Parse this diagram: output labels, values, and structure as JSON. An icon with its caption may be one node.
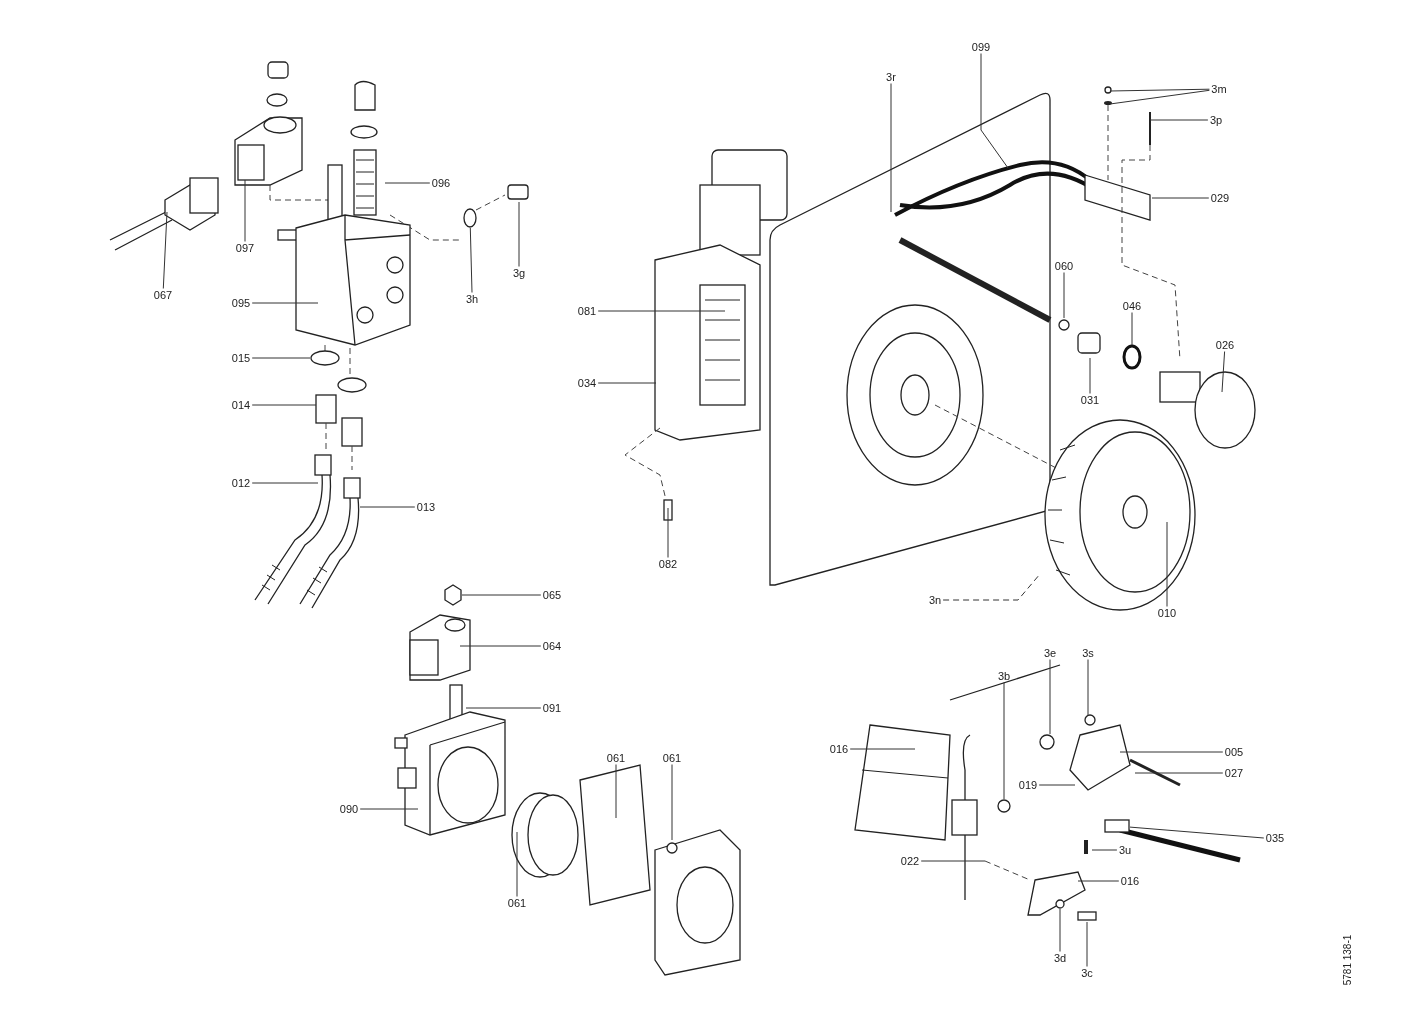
{
  "diagram": {
    "nodes": [
      {
        "text": [
          "067"
        ]
      },
      {
        "text": [
          "097"
        ]
      },
      {
        "text": [
          "096"
        ]
      },
      {
        "text": [
          "095"
        ]
      },
      {
        "text": [
          "3h"
        ]
      },
      {
        "text": [
          "3g"
        ]
      },
      {
        "text": [
          "015"
        ]
      },
      {
        "text": [
          "014"
        ]
      },
      {
        "text": [
          "012"
        ]
      },
      {
        "text": [
          "013"
        ]
      },
      {
        "text": [
          "065"
        ]
      },
      {
        "text": [
          "064"
        ]
      },
      {
        "text": [
          "091"
        ]
      },
      {
        "text": [
          "090"
        ]
      },
      {
        "text": [
          "061"
        ]
      },
      {
        "text": [
          "061"
        ]
      },
      {
        "text": [
          "061"
        ]
      },
      {
        "text": [
          "3r"
        ]
      },
      {
        "text": [
          "099"
        ]
      },
      {
        "text": [
          "3m"
        ]
      },
      {
        "text": [
          "3p"
        ]
      },
      {
        "text": [
          "029"
        ]
      },
      {
        "text": [
          "081"
        ]
      },
      {
        "text": [
          "060"
        ]
      },
      {
        "text": [
          "046"
        ]
      },
      {
        "text": [
          "026"
        ]
      },
      {
        "text": [
          "034"
        ]
      },
      {
        "text": [
          "031"
        ]
      },
      {
        "text": [
          "082"
        ]
      },
      {
        "text": [
          "3n"
        ]
      },
      {
        "text": [
          "010"
        ]
      },
      {
        "text": [
          "3e"
        ]
      },
      {
        "text": [
          "3s"
        ]
      },
      {
        "text": [
          "3b"
        ]
      },
      {
        "text": [
          "016"
        ]
      },
      {
        "text": [
          "005"
        ]
      },
      {
        "text": [
          "027"
        ]
      },
      {
        "text": [
          "019"
        ]
      },
      {
        "text": [
          "035"
        ]
      },
      {
        "text": [
          "3u"
        ]
      },
      {
        "text": [
          "016"
        ]
      },
      {
        "text": [
          "022"
        ]
      },
      {
        "text": [
          "3d"
        ]
      },
      {
        "text": [
          "3c"
        ]
      },
      {
        "text": [],
        "shape": "circle"
      },
      {
        "text": [],
        "shape": "circle"
      },
      {
        "text": [],
        "shape": "box"
      },
      {
        "text": [],
        "shape": "box"
      },
      {
        "text": [],
        "shape": "circle"
      }
    ],
    "edges": [
      {
        "from": 0,
        "to": null,
        "arrow": "none"
      },
      {
        "from": 1,
        "to": null,
        "arrow": "none"
      },
      {
        "from": 2,
        "to": null,
        "arrow": "none"
      },
      {
        "from": 3,
        "to": null,
        "arrow": "none"
      },
      {
        "from": 4,
        "to": 44,
        "arrow": "none"
      },
      {
        "from": 5,
        "to": null,
        "arrow": "none"
      },
      {
        "from": 6,
        "to": null,
        "arrow": "none"
      },
      {
        "from": 7,
        "to": null,
        "arrow": "none"
      },
      {
        "from": 8,
        "to": null,
        "arrow": "none"
      },
      {
        "from": 9,
        "to": null,
        "arrow": "none"
      },
      {
        "from": 10,
        "to": null,
        "arrow": "none"
      },
      {
        "from": 11,
        "to": null,
        "arrow": "none"
      },
      {
        "from": 12,
        "to": null,
        "arrow": "none"
      },
      {
        "from": 13,
        "to": null,
        "arrow": "none"
      },
      {
        "from": 14,
        "to": null,
        "arrow": "none"
      },
      {
        "from": 15,
        "to": null,
        "arrow": "none"
      },
      {
        "from": 16,
        "to": null,
        "arrow": "none"
      },
      {
        "from": 17,
        "to": null,
        "arrow": "none"
      },
      {
        "from": 18,
        "to": null,
        "arrow": "none"
      },
      {
        "from": 19,
        "to": null,
        "arrow": "none"
      },
      {
        "from": 20,
        "to": null,
        "arrow": "none"
      },
      {
        "from": 21,
        "to": null,
        "arrow": "none"
      },
      {
        "from": 22,
        "to": null,
        "arrow": "none"
      },
      {
        "from": 23,
        "to": null,
        "arrow": "none"
      },
      {
        "from": 24,
        "to": null,
        "arrow": "none"
      },
      {
        "from": 25,
        "to": null,
        "arrow": "none"
      },
      {
        "from": 26,
        "to": null,
        "arrow": "none"
      },
      {
        "from": 27,
        "to": null,
        "arrow": "none"
      },
      {
        "from": 28,
        "to": null,
        "arrow": "none"
      },
      {
        "from": 29,
        "to": null,
        "arrow": "none",
        "style": "dashed"
      },
      {
        "from": 30,
        "to": null,
        "arrow": "none"
      },
      {
        "from": 31,
        "to": null,
        "arrow": "none"
      },
      {
        "from": 32,
        "to": null,
        "arrow": "none"
      },
      {
        "from": 33,
        "to": 45,
        "arrow": "none"
      },
      {
        "from": 34,
        "to": null,
        "arrow": "none"
      },
      {
        "from": 35,
        "to": null,
        "arrow": "none"
      },
      {
        "from": 36,
        "to": null,
        "arrow": "none"
      },
      {
        "from": 37,
        "to": null,
        "arrow": "none"
      },
      {
        "from": 38,
        "to": 46,
        "arrow": "none"
      },
      {
        "from": 39,
        "to": null,
        "arrow": "none"
      },
      {
        "from": 40,
        "to": null,
        "arrow": "none"
      },
      {
        "from": 41,
        "to": null,
        "arrow": "none"
      },
      {
        "from": 42,
        "to": 48,
        "arrow": "none"
      },
      {
        "from": 43,
        "to": 47,
        "arrow": "none"
      },
      {
        "from": 19,
        "to": null,
        "arrow": "none"
      }
    ],
    "labels": [
      "5781 138-1"
    ]
  }
}
